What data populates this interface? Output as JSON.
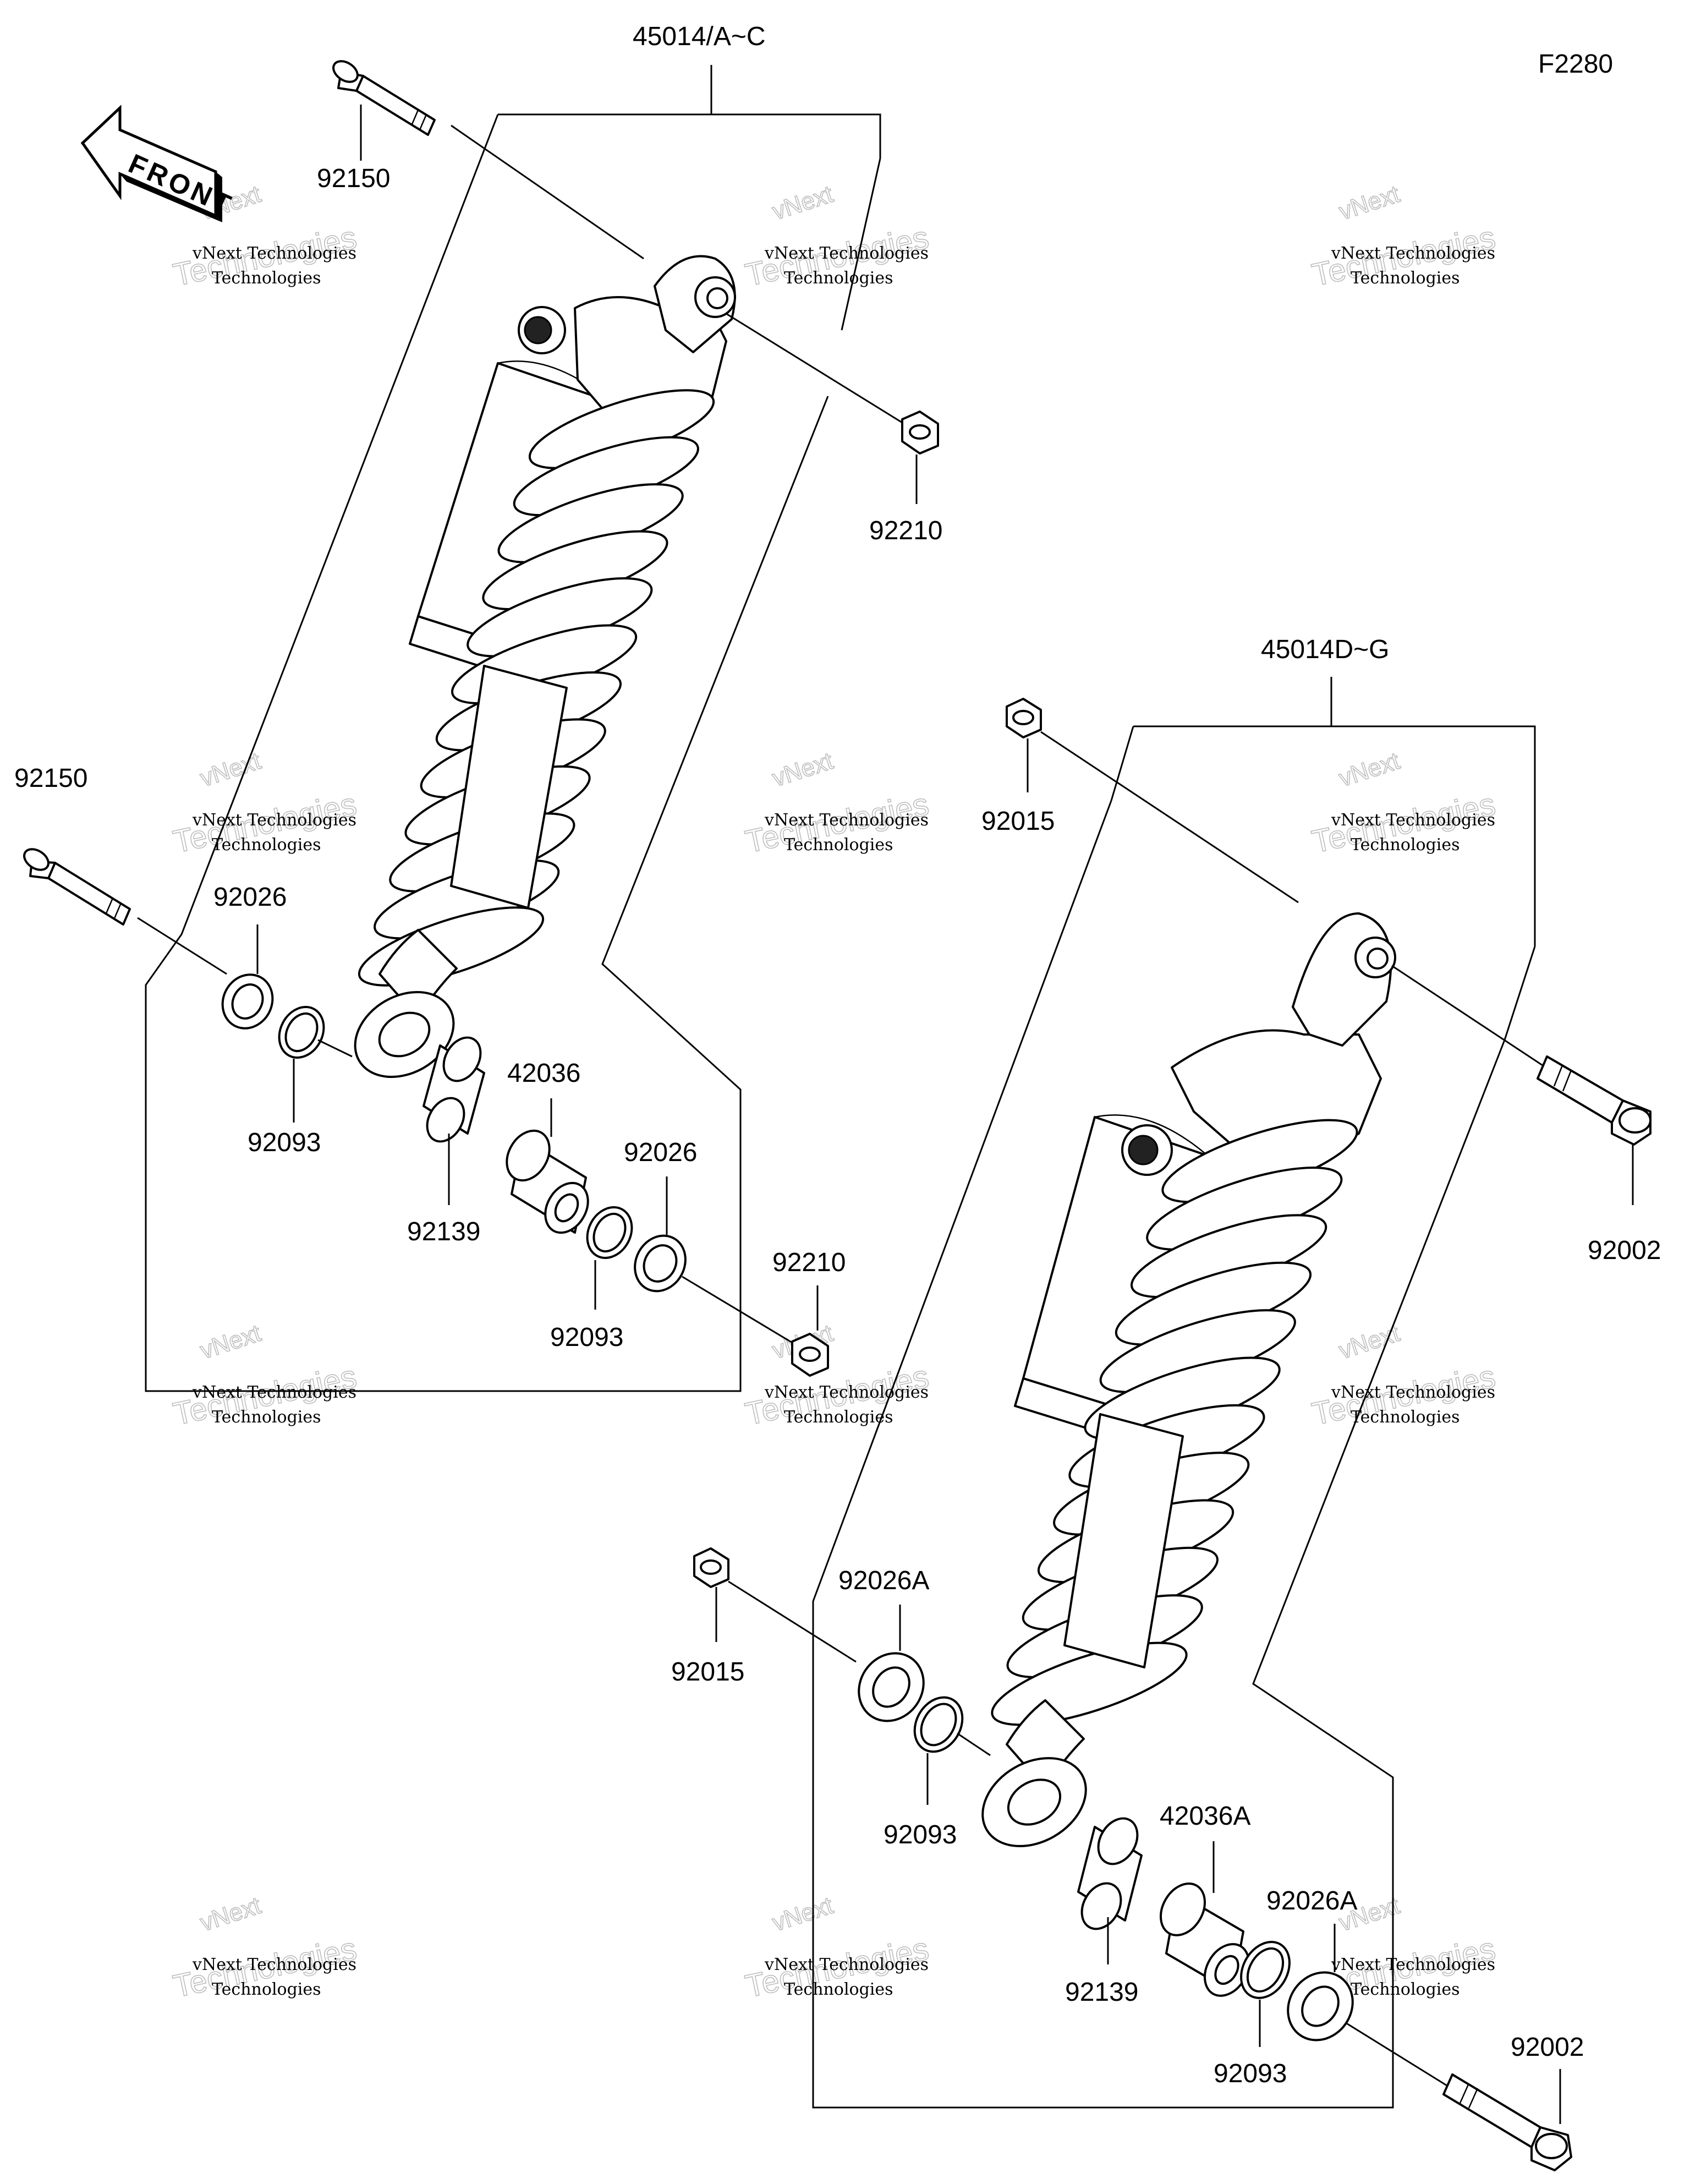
{
  "diagram": {
    "figure_code": "F2280",
    "front_label": "FRONT",
    "labels": [
      {
        "id": "asm-upper",
        "text": "45014/A~C"
      },
      {
        "id": "asm-lower",
        "text": "45014D~G"
      },
      {
        "id": "bolt-top",
        "text": "92150"
      },
      {
        "id": "nut-top",
        "text": "92210"
      },
      {
        "id": "bolt-left",
        "text": "92150"
      },
      {
        "id": "washer-l1",
        "text": "92026"
      },
      {
        "id": "seal-l1",
        "text": "92093"
      },
      {
        "id": "collar-l",
        "text": "42036"
      },
      {
        "id": "bush-l",
        "text": "92139"
      },
      {
        "id": "washer-l2",
        "text": "92026"
      },
      {
        "id": "seal-l2",
        "text": "92093"
      },
      {
        "id": "nut-l",
        "text": "92210"
      },
      {
        "id": "nut-r-top",
        "text": "92015"
      },
      {
        "id": "bolt-r-top",
        "text": "92002"
      },
      {
        "id": "nut-r-low",
        "text": "92015"
      },
      {
        "id": "washer-r1",
        "text": "92026A"
      },
      {
        "id": "seal-r1",
        "text": "92093"
      },
      {
        "id": "collar-r",
        "text": "42036A"
      },
      {
        "id": "bush-r",
        "text": "92139"
      },
      {
        "id": "washer-r2",
        "text": "92026A"
      },
      {
        "id": "seal-r2",
        "text": "92093"
      },
      {
        "id": "bolt-r-low",
        "text": "92002"
      }
    ]
  },
  "watermark": {
    "line1": "vNext Technologies",
    "line2": "Technologies",
    "line3": "vNext"
  }
}
